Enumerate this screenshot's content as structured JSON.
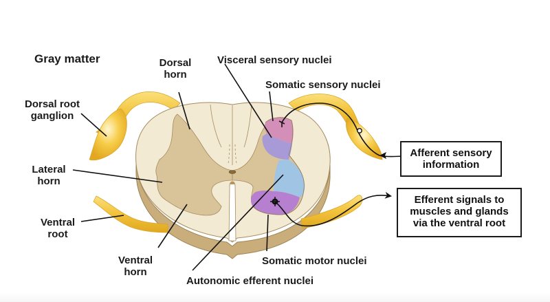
{
  "title": "Gray matter",
  "labels": {
    "dorsal_horn": [
      "Dorsal",
      "horn"
    ],
    "dorsal_root_ganglion": [
      "Dorsal root",
      "ganglion"
    ],
    "lateral_horn": [
      "Lateral",
      "horn"
    ],
    "ventral_root": [
      "Ventral",
      "root"
    ],
    "ventral_horn": [
      "Ventral",
      "horn"
    ],
    "visceral_sensory_nuclei": "Visceral sensory nuclei",
    "somatic_sensory_nuclei": "Somatic sensory nuclei",
    "somatic_motor_nuclei": "Somatic motor nuclei",
    "autonomic_efferent_nuclei": "Autonomic efferent nuclei"
  },
  "boxes": {
    "afferent": [
      "Afferent sensory",
      "information"
    ],
    "efferent": [
      "Efferent signals to",
      "muscles and glands",
      "via the ventral root"
    ]
  },
  "colors": {
    "white_matter": "#f3ead3",
    "gray_matter": "#d9c49a",
    "cord_edge": "#c9ad7a",
    "nerve_root": "#f2c23a",
    "somatic_sensory": "#d48fb8",
    "visceral_sensory": "#a79ad6",
    "autonomic_efferent": "#9fc4e4",
    "somatic_motor": "#b77fd0"
  }
}
